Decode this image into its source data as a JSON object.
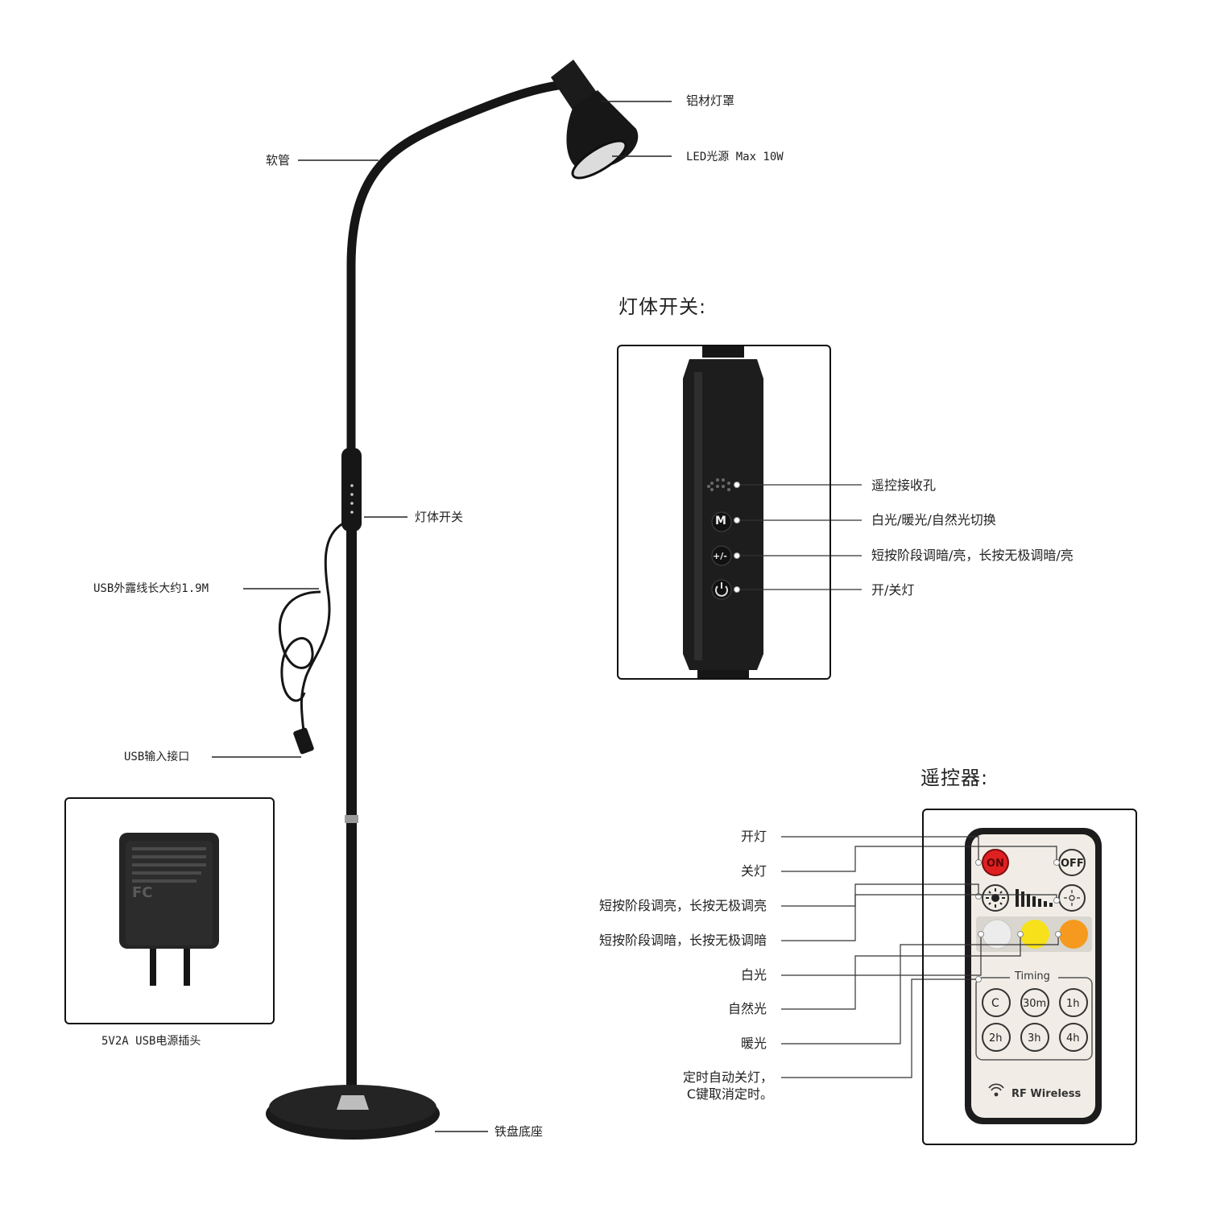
{
  "lamp": {
    "shade_label": "铝材灯罩",
    "led_label": "LED光源  Max 10W",
    "hose_label": "软管",
    "switch_label": "灯体开关",
    "usb_cable_label": "USB外露线长大约1.9M",
    "usb_port_label": "USB输入接口",
    "base_label": "铁盘底座"
  },
  "adapter": {
    "caption": "5V2A USB电源插头",
    "logo_text": "FC"
  },
  "switch_panel": {
    "title": "灯体开关:",
    "labels": [
      "遥控接收孔",
      "白光/暖光/自然光切换",
      "短按阶段调暗/亮，长按无极调暗/亮",
      "开/关灯"
    ],
    "button_m": "M",
    "button_plusminus": "+/-"
  },
  "remote": {
    "title": "遥控器:",
    "labels": [
      "开灯",
      "关灯",
      "短按阶段调亮，长按无极调亮",
      "短按阶段调暗，长按无极调暗",
      "白光",
      "自然光",
      "暖光"
    ],
    "timer_label": "定时自动关灯，\nC键取消定时。",
    "on": "ON",
    "off": "OFF",
    "timing": "Timing",
    "timer_buttons": [
      "C",
      "30m",
      "1h",
      "2h",
      "3h",
      "4h"
    ],
    "brand": "RF Wireless",
    "colors": {
      "on_red": "#e02020",
      "white_light": "#ececec",
      "natural_light": "#f7e11b",
      "warm_light": "#f59a1e"
    }
  }
}
